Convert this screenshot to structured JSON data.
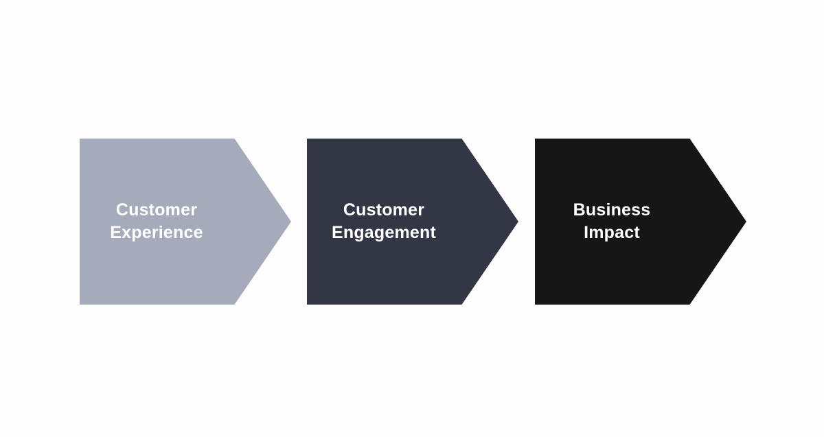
{
  "diagram": {
    "steps": [
      {
        "line1": "Customer",
        "line2": "Experience",
        "color": "#a6abbc"
      },
      {
        "line1": "Customer",
        "line2": "Engagement",
        "color": "#333745"
      },
      {
        "line1": "Business",
        "line2": "Impact",
        "color": "#161616"
      }
    ]
  }
}
